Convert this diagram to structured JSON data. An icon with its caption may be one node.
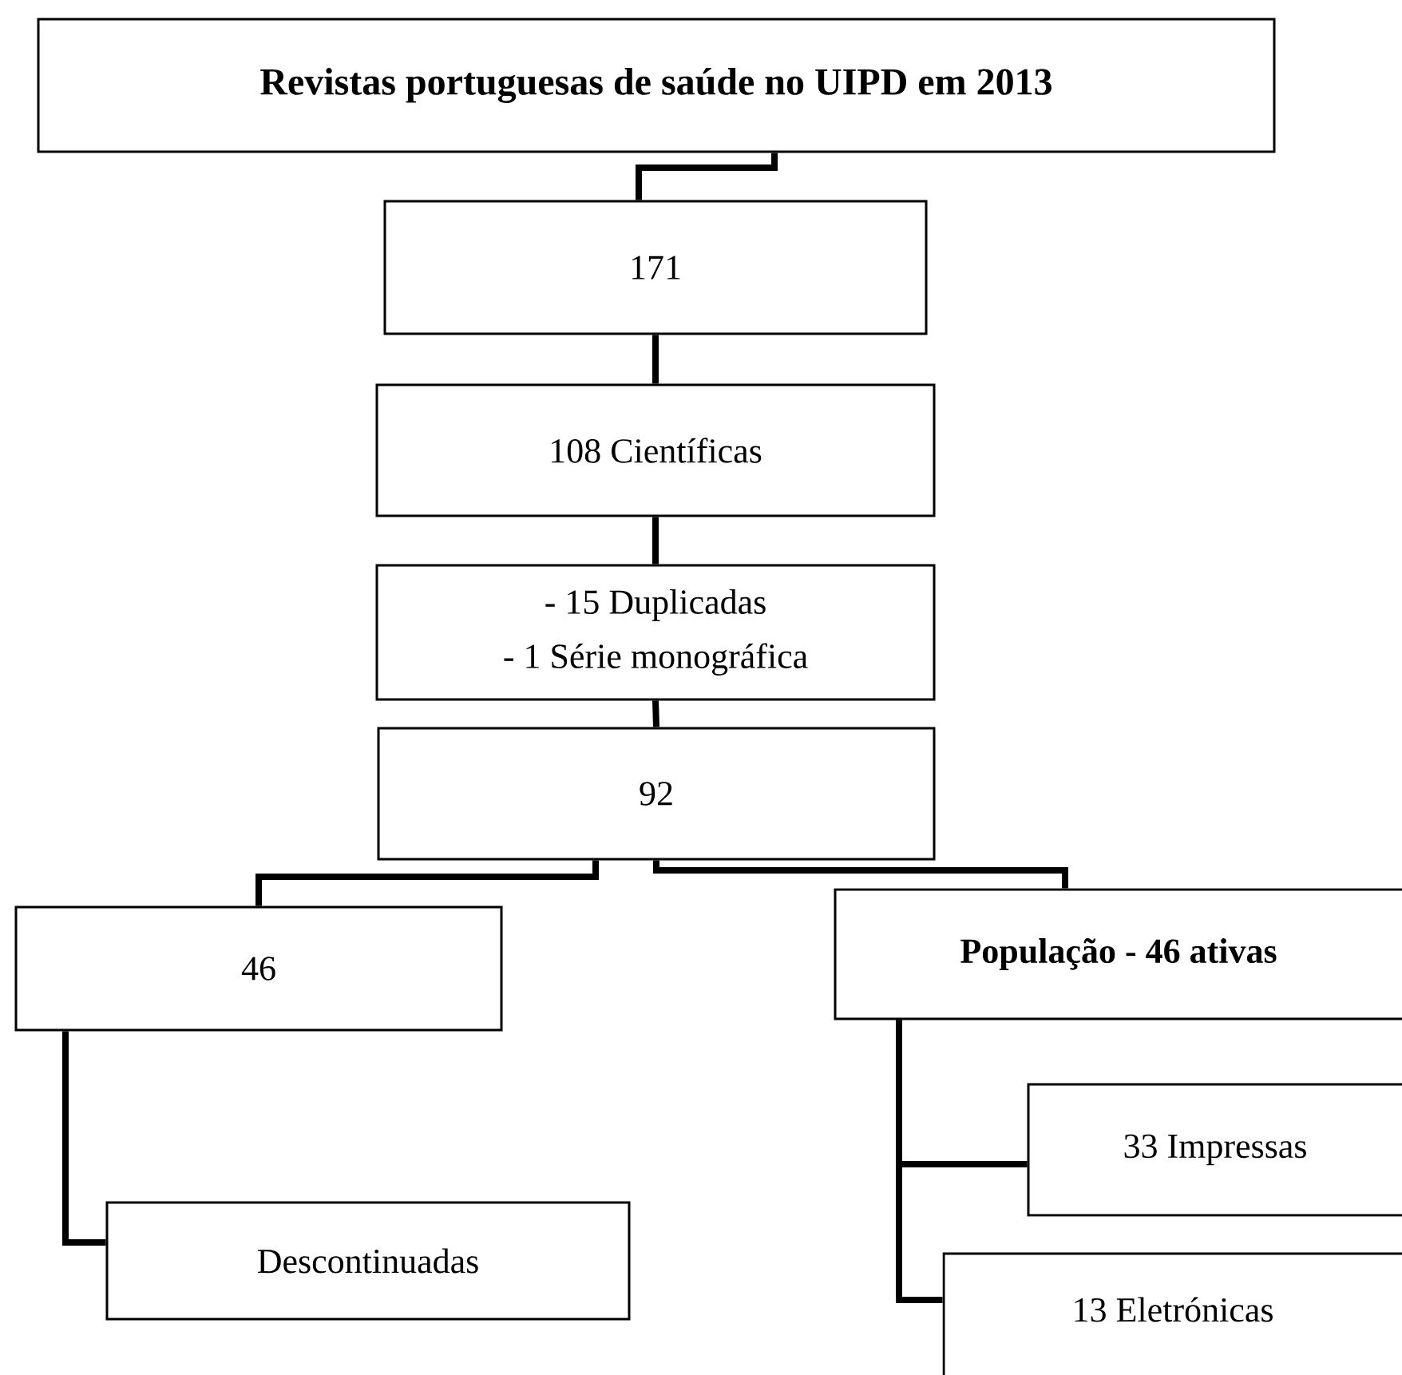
{
  "diagram": {
    "nodes": [
      {
        "text": [
          "Revistas portuguesas de saúde no UIPD em 2013"
        ]
      },
      {
        "text": [
          "171"
        ]
      },
      {
        "text": [
          "108 Científicas"
        ]
      },
      {
        "text": [
          "- 15 Duplicadas",
          "- 1 Série monográfica"
        ]
      },
      {
        "text": [
          "92"
        ]
      },
      {
        "text": [
          "46"
        ]
      },
      {
        "text": [
          "População - 46 ativas"
        ]
      },
      {
        "text": [
          "33 Impressas"
        ]
      },
      {
        "text": [
          "Descontinuadas"
        ]
      },
      {
        "text": [
          "13 Eletrónicas"
        ]
      }
    ],
    "edges": [
      {
        "from": 0,
        "to": 1,
        "arrow": "none"
      },
      {
        "from": 1,
        "to": 2,
        "arrow": "none"
      },
      {
        "from": 2,
        "to": 3,
        "arrow": "none"
      },
      {
        "from": 3,
        "to": 4,
        "arrow": "none"
      },
      {
        "from": 4,
        "to": 5,
        "arrow": "none"
      },
      {
        "from": 4,
        "to": 6,
        "arrow": "none"
      },
      {
        "from": 5,
        "to": 8,
        "arrow": "none"
      },
      {
        "from": 6,
        "to": 7,
        "arrow": "none"
      },
      {
        "from": 6,
        "to": 9,
        "arrow": "none"
      }
    ]
  }
}
